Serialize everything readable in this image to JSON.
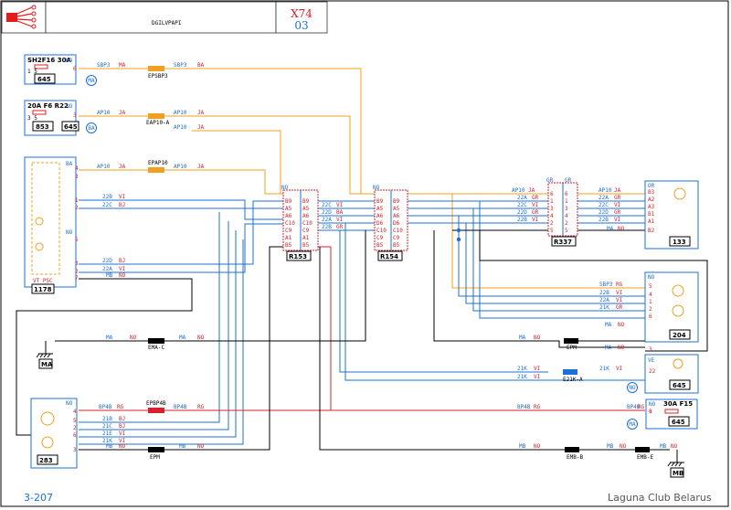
{
  "header": {
    "title": "DGILVPAPI",
    "sheet_code": "X74",
    "sheet_number": "03"
  },
  "footer": {
    "page_ref": "3-207",
    "watermark": "Laguna Club Belarus"
  },
  "earth_labels": {
    "ma": "MA",
    "mb": "MB"
  },
  "circle_tags": [
    "MA",
    "BA",
    "NO",
    "MA"
  ],
  "fuses": [
    {
      "label": "SH2F16 30A",
      "port": "NO",
      "pin": "6",
      "code": "645",
      "pins": "1  5"
    },
    {
      "label": "20A F6 R22",
      "port": "NO",
      "pin": "3",
      "code": "853",
      "code2": "645",
      "pins": "3  5"
    },
    {
      "label": "30A F15",
      "port": "NO",
      "pin": "8",
      "code": "645"
    }
  ],
  "components": [
    {
      "code": "1178",
      "label": "VT PSC",
      "top_port": "BA",
      "mid_port": "NO"
    },
    {
      "code": "283",
      "port": "NO"
    },
    {
      "code": "133",
      "port": "OR"
    },
    {
      "code": "204",
      "port": "NO"
    },
    {
      "code": "645",
      "port": "VE"
    }
  ],
  "connectors": {
    "r153": {
      "name": "R153",
      "head": "NO",
      "left": [
        "B9",
        "A5",
        "A6",
        "C10",
        "C9",
        "A1",
        "B5"
      ],
      "right": [
        "B9",
        "A5",
        "A6",
        "C10",
        "C9",
        "A1",
        "B5"
      ]
    },
    "r154": {
      "name": "R154",
      "head": "NO",
      "left": [
        "B9",
        "A5",
        "A6",
        "D6",
        "C10",
        "C9",
        "B5"
      ],
      "right": [
        "B9",
        "A5",
        "A6",
        "D6",
        "C10",
        "C9",
        "B5"
      ]
    },
    "r337": {
      "name": "R337",
      "head_l": "GR",
      "head_r": "GR",
      "left": [
        "6",
        "1",
        "3",
        "4",
        "2",
        "5"
      ],
      "right": [
        "6",
        "1",
        "3",
        "4",
        "2",
        "5"
      ]
    }
  },
  "splices": [
    {
      "label": "EPSBP3"
    },
    {
      "label": "EAP10-A"
    },
    {
      "label": "EPAP10"
    },
    {
      "label": "EMA-C"
    },
    {
      "label": "EPBP4B"
    },
    {
      "label": "EPM"
    },
    {
      "label": "EPM"
    },
    {
      "label": "E21K-A"
    },
    {
      "label": "EMB-B"
    },
    {
      "label": "EMB-E"
    }
  ],
  "wire_labels": [
    "SBP3",
    "MA",
    "SBP3",
    "BA",
    "AP10",
    "JA",
    "AP10",
    "JA",
    "AP10",
    "JA",
    "AP10",
    "JA",
    "AP10",
    "JA",
    "22B",
    "VI",
    "22C",
    "BJ",
    "22D",
    "BJ",
    "22A",
    "VI",
    "MB",
    "NO",
    "MA",
    "NO",
    "MA",
    "NO",
    "BP4B",
    "RG",
    "BP4B",
    "RG",
    "21B",
    "BJ",
    "21C",
    "BJ",
    "21E",
    "VI",
    "21K",
    "VI",
    "MB",
    "NO",
    "MB",
    "NO",
    "22C",
    "VI",
    "22D",
    "BA",
    "22A",
    "VI",
    "22B",
    "GR",
    "AP10",
    "JA",
    "22A",
    "GR",
    "22C",
    "VI",
    "22D",
    "GR",
    "22B",
    "VI",
    "AP10",
    "JA",
    "22A",
    "GR",
    "22C",
    "VI",
    "22D",
    "GR",
    "22B",
    "VI",
    "MA",
    "NO",
    "SBP3",
    "RG",
    "22B",
    "VI",
    "22A",
    "VI",
    "21K",
    "GR",
    "MA",
    "NO",
    "MA",
    "NO",
    "MA",
    "NO",
    "21K",
    "VI",
    "21K",
    "VI",
    "21K",
    "VI",
    "BP4B",
    "RG",
    "BP4B",
    "RG",
    "MB",
    "NO",
    "MB",
    "NO",
    "MB",
    "NO"
  ],
  "pin_numbers": [
    "4",
    "3",
    "1",
    "2",
    "5",
    "3",
    "2",
    "7",
    "4",
    "5",
    "2",
    "6",
    "3",
    "B3",
    "A2",
    "A3",
    "B1",
    "A1",
    "B2",
    "5",
    "4",
    "1",
    "2",
    "6",
    "3",
    "22",
    "8"
  ]
}
